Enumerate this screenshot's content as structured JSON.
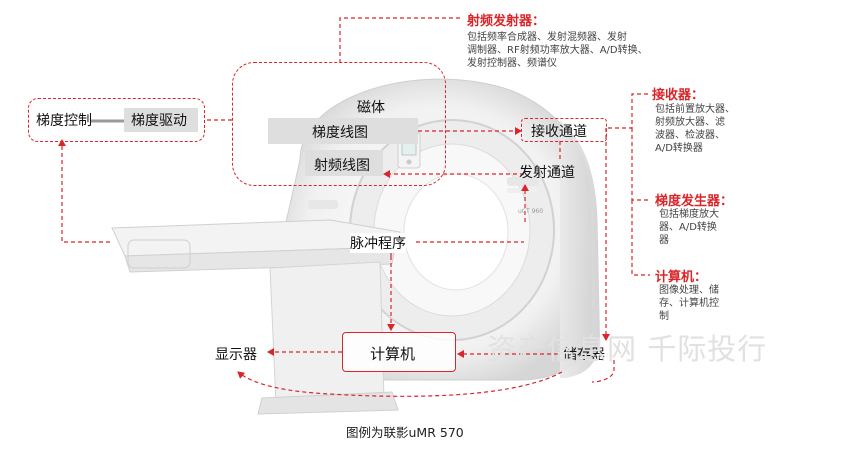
{
  "nodes": {
    "gradient_control": "梯度控制",
    "gradient_drive": "梯度驱动",
    "magnet": "磁体",
    "gradient_coil": "梯度线图",
    "rf_coil": "射频线图",
    "receive_channel": "接收通道",
    "transmit_channel": "发射通道",
    "pulse_sequence": "脉冲程序",
    "computer": "计算机",
    "display": "显示器",
    "storage": "储存器"
  },
  "annotations": {
    "rf_transmitter": {
      "title": "射频发射器：",
      "desc": [
        "包括频率合成器、发射混频器、发射",
        "调制器、RF射频功率放大器、A/D转换、",
        "发射控制器、频谱仪"
      ]
    },
    "receiver": {
      "title": "接收器：",
      "desc": [
        "包括前置放大器、",
        "射频放大器、滤",
        "波器、检波器、",
        "A/D转换器"
      ]
    },
    "gradient_generator": {
      "title": "梯度发生器：",
      "desc": [
        "包括梯度放大",
        "器、A/D转换",
        "器"
      ]
    },
    "computer_note": {
      "title": "计算机：",
      "desc": [
        "图像处理、储",
        "存、计算机控",
        "制"
      ]
    }
  },
  "scanner_badge": "uCT 960",
  "watermark": "资产信息网 千际投行",
  "caption": "图例为联影uMR 570",
  "colors": {
    "accent": "#d9262b",
    "grey_box": "#dedede",
    "text": "#111111"
  }
}
